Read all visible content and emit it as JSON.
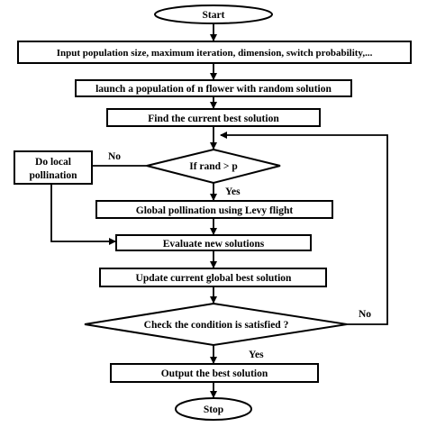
{
  "nodes": {
    "start": "Start",
    "input": "Input population size, maximum iteration, dimension, switch probability,...",
    "launch": "launch a population of n flower with random solution",
    "find_best": "Find the current best solution",
    "decision_rand": "If rand > p",
    "local_line1": "Do local",
    "local_line2": "pollination",
    "global": "Global pollination using Levy flight",
    "evaluate": "Evaluate new solutions",
    "update": "Update current global best solution",
    "check": "Check the condition is satisfied ?",
    "output": "Output the best solution",
    "stop": "Stop"
  },
  "edges": {
    "rand_no": "No",
    "rand_yes": "Yes",
    "check_no": "No",
    "check_yes": "Yes"
  }
}
